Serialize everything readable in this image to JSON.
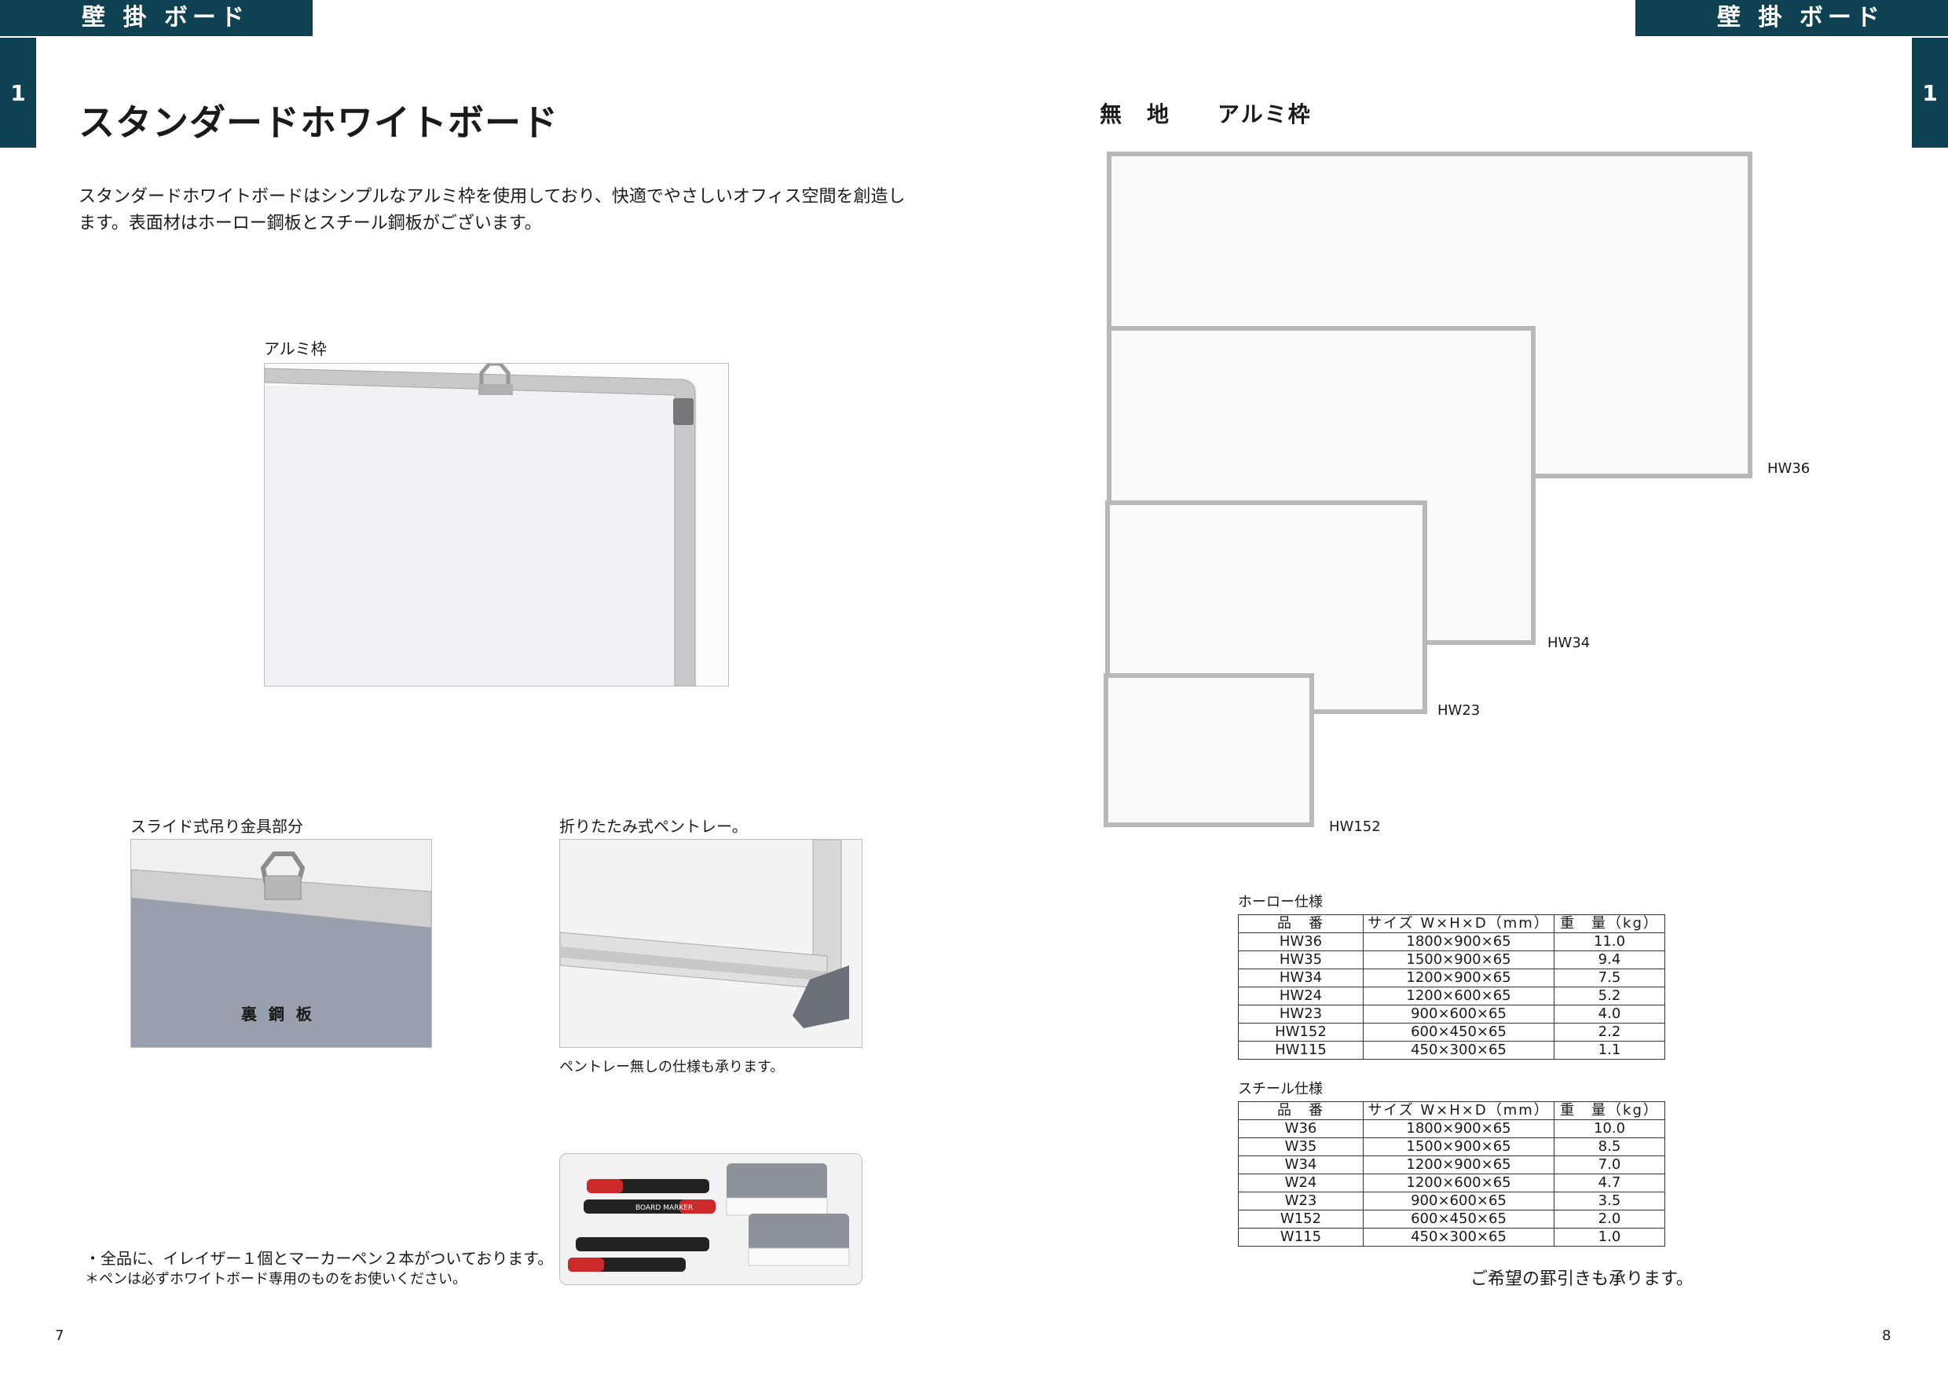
{
  "header": {
    "left_tab": "壁 掛 ボード",
    "right_tab": "壁 掛 ボード"
  },
  "side": {
    "left_num": "1",
    "right_num": "1"
  },
  "left_page": {
    "title": "スタンダードホワイトボード",
    "intro_line1": "スタンダードホワイトボードはシンプルなアルミ枠を使用しており、快適でやさしいオフィス空間を創造し",
    "intro_line2": "ます。表面材はホーロー鋼板とスチール鋼板がございます。",
    "frame_caption": "アルミ枠",
    "slide_caption": "スライド式吊り金具部分",
    "back_plate_label": "裏 鋼 板",
    "tray_caption": "折りたたみ式ペントレー。",
    "tray_note": "ペントレー無しの仕様も承ります。",
    "marker_text": "BOARD MARKER",
    "accessory_note1": "・全品に、イレイザー１個とマーカーペン２本がついております。",
    "accessory_note2": "＊ペンは必ずホワイトボード専用のものをお使いください。",
    "page_number": "7"
  },
  "right_page": {
    "section_title": "無　地　　アルミ枠",
    "board_labels": [
      "HW36",
      "HW34",
      "HW23",
      "HW152"
    ],
    "enamel_caption": "ホーロー仕様",
    "steel_caption": "スチール仕様",
    "table_headers": [
      "品　番",
      "サイズ W×H×D（mm）",
      "重　量（kg）"
    ],
    "enamel_rows": [
      [
        "HW36",
        "1800×900×65",
        "11.0"
      ],
      [
        "HW35",
        "1500×900×65",
        "9.4"
      ],
      [
        "HW34",
        "1200×900×65",
        "7.5"
      ],
      [
        "HW24",
        "1200×600×65",
        "5.2"
      ],
      [
        "HW23",
        "900×600×65",
        "4.0"
      ],
      [
        "HW152",
        "600×450×65",
        "2.2"
      ],
      [
        "HW115",
        "450×300×65",
        "1.1"
      ]
    ],
    "steel_rows": [
      [
        "W36",
        "1800×900×65",
        "10.0"
      ],
      [
        "W35",
        "1500×900×65",
        "8.5"
      ],
      [
        "W34",
        "1200×900×65",
        "7.0"
      ],
      [
        "W24",
        "1200×600×65",
        "4.7"
      ],
      [
        "W23",
        "900×600×65",
        "3.5"
      ],
      [
        "W152",
        "600×450×65",
        "2.0"
      ],
      [
        "W115",
        "450×300×65",
        "1.0"
      ]
    ],
    "footer_note": "ご希望の罫引きも承ります。",
    "page_number": "8"
  },
  "colors": {
    "tab": "#0e4152",
    "frame": "#b8b8b8",
    "steel_plate": "#9a9fae"
  }
}
